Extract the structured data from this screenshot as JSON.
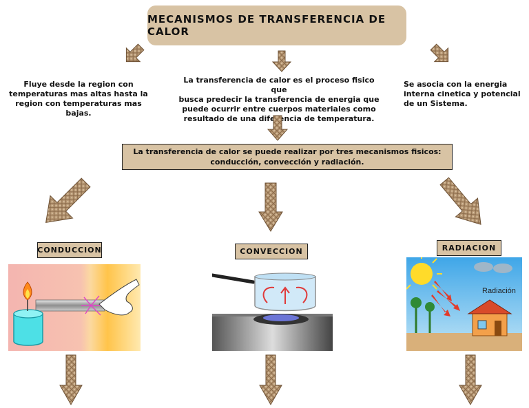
{
  "title": "MECANISMOS DE TRANSFERENCIA DE CALOR",
  "left_text": [
    "Fluye desde la region con",
    "temperaturas mas altas hasta la",
    "region con temperaturas mas bajas."
  ],
  "center_text": [
    "La transferencia de calor es el proceso fisico que",
    "busca predecir la transferencia de energia que",
    "puede ocurrir entre cuerpos materiales como",
    "resultado de una diferencia de temperatura."
  ],
  "right_text": [
    "Se asocia con la energia",
    "interna cinetica y potencial",
    "de un Sistema."
  ],
  "middle_box": [
    "La transferencia de calor se puede realizar por tres mecanismos fisicos:",
    "conducción, convección y radiación."
  ],
  "mechanisms": {
    "conduccion": "CONDUCCION",
    "conveccion": "CONVECCION",
    "radiacion": "RADIACION"
  },
  "radiation_image_label": "Radiación"
}
